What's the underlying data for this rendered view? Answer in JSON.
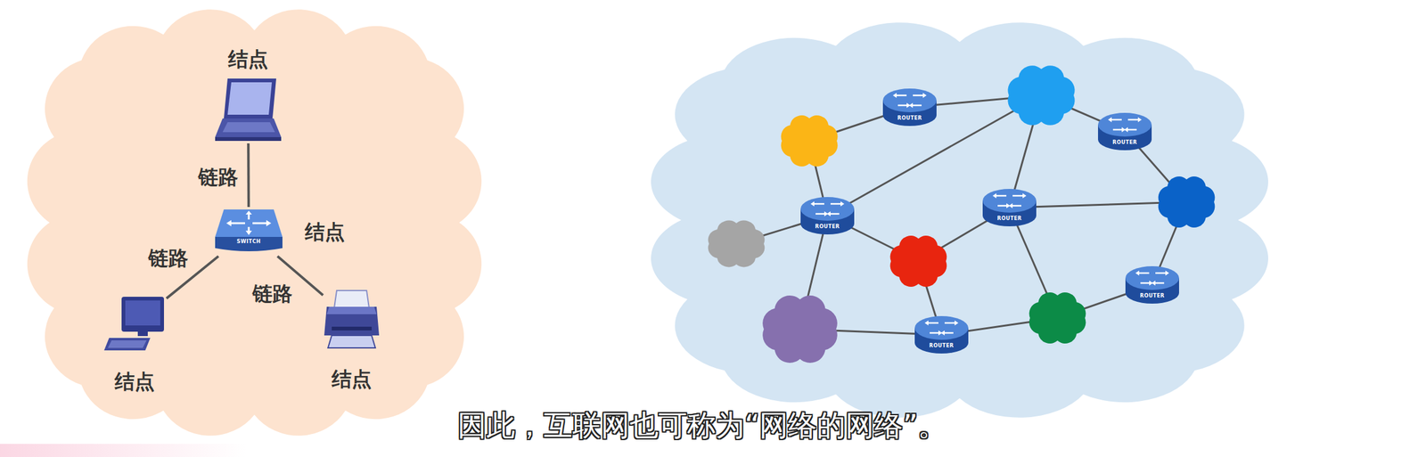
{
  "diagram": {
    "caption": "因此，互联网也可称为“网络的网络”。",
    "nodes": [
      {
        "text": [
          "结点"
        ]
      },
      {
        "text": [
          "SWITCH",
          "结点"
        ]
      },
      {
        "text": [
          "结点"
        ]
      },
      {
        "text": [
          "结点"
        ]
      },
      {
        "text": [
          "ROUTER"
        ]
      },
      {
        "text": [
          "ROUTER"
        ]
      },
      {
        "text": [
          "ROUTER"
        ]
      },
      {
        "text": [
          "ROUTER"
        ]
      },
      {
        "text": [
          "ROUTER"
        ]
      },
      {
        "text": [
          "ROUTER"
        ]
      }
    ],
    "edges": [
      {
        "from": 0,
        "to": 1,
        "arrow": "none",
        "label": "链路"
      },
      {
        "from": 1,
        "to": 2,
        "arrow": "none",
        "label": "链路"
      },
      {
        "from": 1,
        "to": 3,
        "arrow": "none",
        "label": "链路"
      }
    ]
  }
}
